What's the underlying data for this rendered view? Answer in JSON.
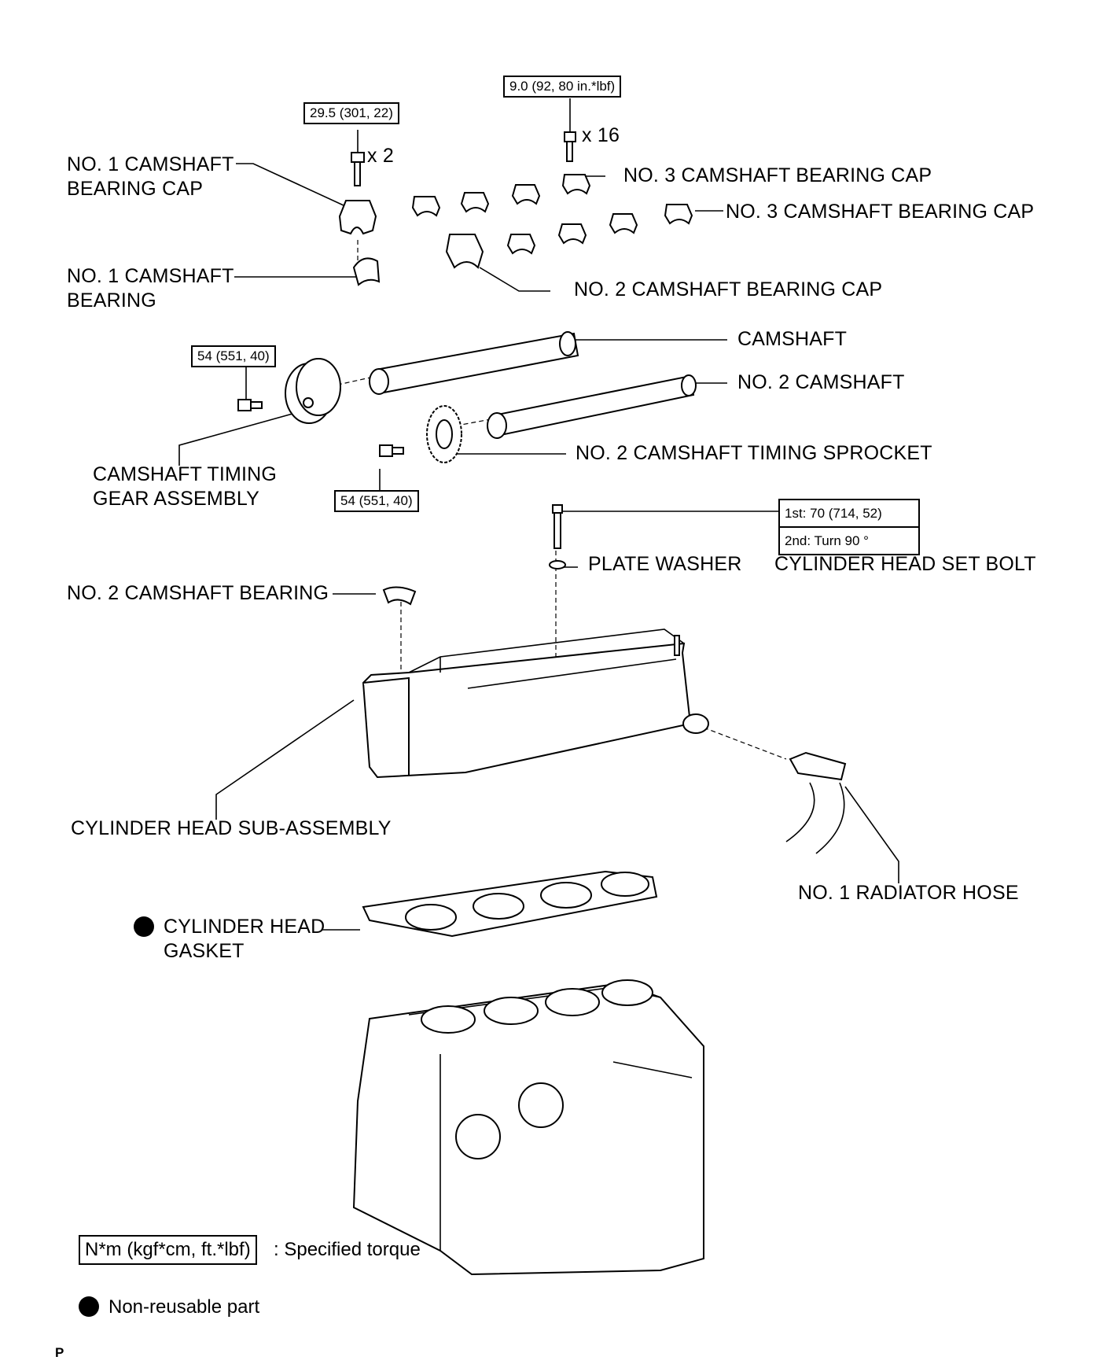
{
  "labels": {
    "no1_cap": "NO. 1 CAMSHAFT\nBEARING CAP",
    "no1_bearing": "NO. 1 CAMSHAFT\nBEARING",
    "no3_cap_a": "NO. 3 CAMSHAFT BEARING CAP",
    "no3_cap_b": "NO. 3 CAMSHAFT BEARING CAP",
    "no2_cap": "NO. 2 CAMSHAFT BEARING CAP",
    "camshaft": "CAMSHAFT",
    "no2_camshaft": "NO. 2 CAMSHAFT",
    "timing_gear": "CAMSHAFT TIMING\nGEAR ASSEMBLY",
    "no2_sprocket": "NO. 2 CAMSHAFT TIMING SPROCKET",
    "plate_washer": "PLATE WASHER",
    "head_set_bolt": "CYLINDER HEAD SET BOLT",
    "no2_bearing": "NO. 2 CAMSHAFT BEARING",
    "head_sub": "CYLINDER HEAD SUB-ASSEMBLY",
    "radiator_hose": "NO. 1 RADIATOR HOSE",
    "head_gasket": "CYLINDER HEAD\nGASKET"
  },
  "torques": {
    "cap_bolt": "29.5 (301, 22)",
    "cap_nut": "9.0 (92, 80 in.*lbf)",
    "gear_bolt": "54 (551, 40)",
    "sprocket_bolt": "54 (551, 40)",
    "head_bolt_1st": "1st: 70 (714, 52)",
    "head_bolt_2nd": "2nd:  Turn 90 °"
  },
  "quantities": {
    "cap_bolt_qty": "x 2",
    "cap_nut_qty": "x 16"
  },
  "legend": {
    "torque_unit": "N*m (kgf*cm, ft.*lbf)",
    "torque_desc": ": Specified torque",
    "nonreusable": "Non-reusable part"
  },
  "page_mark": "P"
}
